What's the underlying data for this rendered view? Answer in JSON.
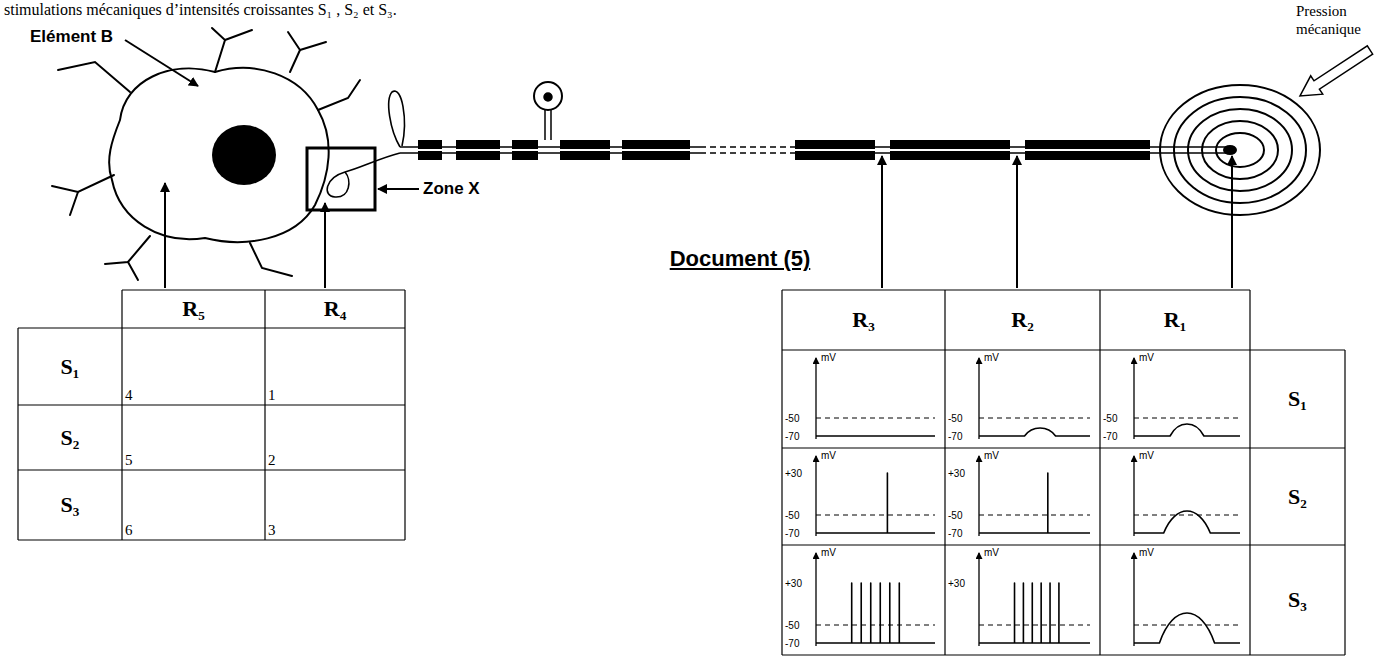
{
  "diagram": {
    "title": "Document (5)",
    "labels": [
      "stimulations mécaniques d’intensités croissantes S₁ , S₂ et S₃.",
      "Pression mécanique",
      "Elément B",
      "Zone X",
      "R₅",
      "R₄",
      "S₁",
      "4",
      "1",
      "S₂",
      "5",
      "2",
      "S₃",
      "6",
      "3",
      "R₃",
      "R₂",
      "R₁",
      "mV",
      "-50",
      "-70",
      "mV",
      "-50",
      "-70",
      "mV",
      "-50",
      "-70",
      "S₁",
      "+30",
      "mV",
      "-50",
      "-70",
      "+30",
      "mV",
      "-50",
      "-70",
      "mV",
      "S₂",
      "mV",
      "+30",
      "-50",
      "-70",
      "mV",
      "+30",
      "mV",
      "S₃"
    ]
  }
}
